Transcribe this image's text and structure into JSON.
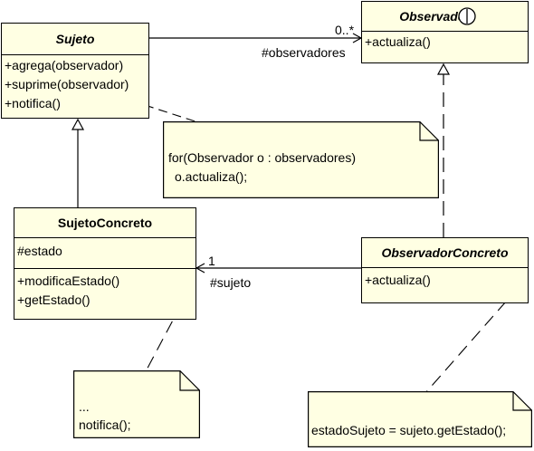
{
  "classes": {
    "sujeto": {
      "name": "Sujeto",
      "operations": [
        "+agrega(observador)",
        "+suprime(observador)",
        "+notifica()"
      ]
    },
    "observador": {
      "name": "Observador",
      "operations": [
        "+actualiza()"
      ]
    },
    "sujeto_concreto": {
      "name": "SujetoConcreto",
      "attributes": [
        "#estado"
      ],
      "operations": [
        "+modificaEstado()",
        "+getEstado()"
      ]
    },
    "observador_concreto": {
      "name": "ObservadorConcreto",
      "operations": [
        "+actualiza()"
      ]
    }
  },
  "associations": {
    "observadores": {
      "multiplicity": "0..*",
      "role": "#observadores"
    },
    "sujeto": {
      "multiplicity": "1",
      "role": "#sujeto"
    }
  },
  "notes": {
    "notifica_note": {
      "line1": "for(Observador o : observadores)",
      "line2": "o.actualiza();"
    },
    "modifica_note": {
      "line1": "...",
      "line2": "notifica();"
    },
    "actualiza_note": {
      "line1": "estadoSujeto = sujeto.getEstado();"
    }
  },
  "colors": {
    "class_fill": "#ffffe3",
    "note_fill": "#ffffe3",
    "line": "#000000"
  }
}
